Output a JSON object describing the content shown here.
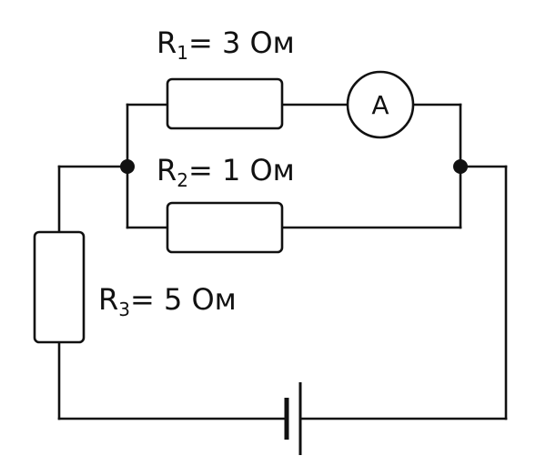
{
  "labels": {
    "r1": {
      "prefix": "R",
      "sub": "1",
      "value": "= 3 Ом"
    },
    "r2": {
      "prefix": "R",
      "sub": "2",
      "value": "= 1 Ом"
    },
    "r3": {
      "prefix": "R",
      "sub": "3",
      "value": "= 5 Ом"
    }
  },
  "ammeter": {
    "symbol": "A"
  }
}
